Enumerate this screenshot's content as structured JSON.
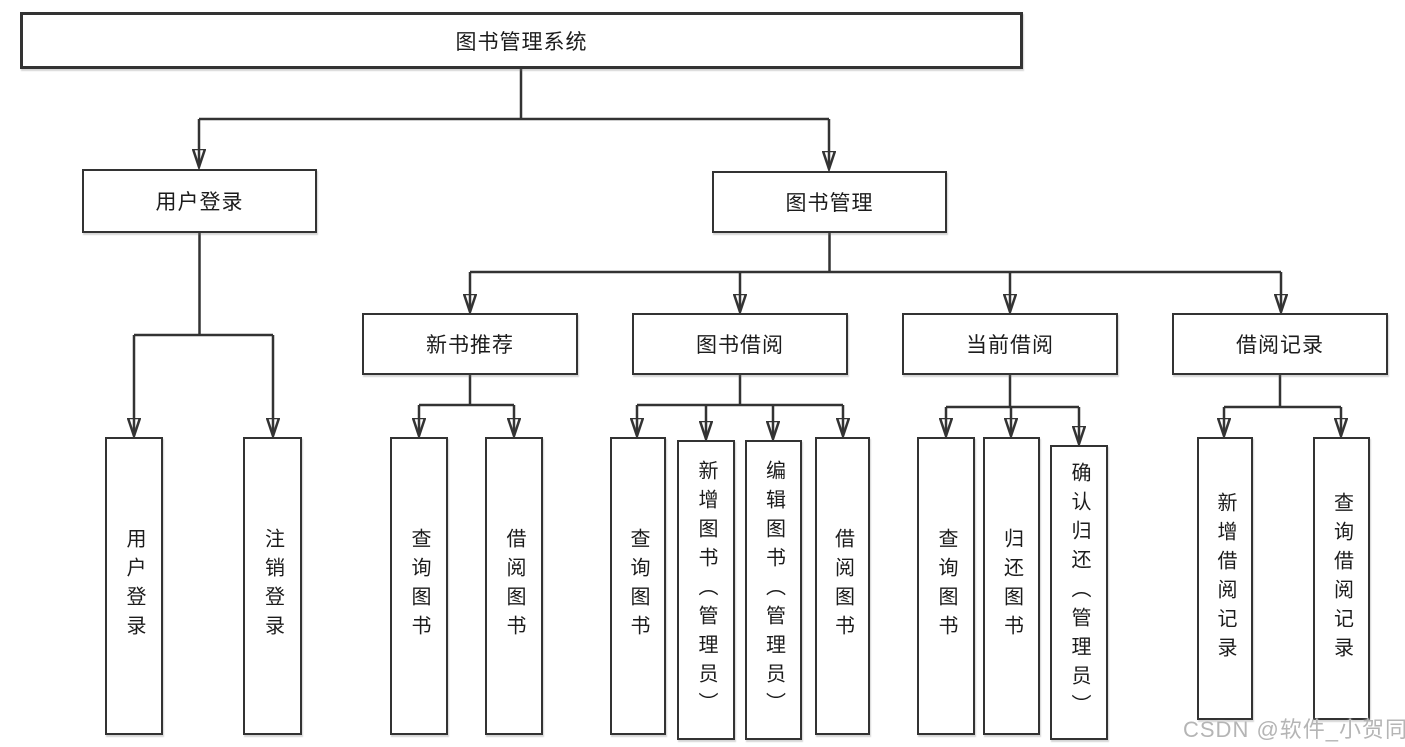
{
  "tree": {
    "root": {
      "label": "图书管理系统"
    },
    "level2": [
      {
        "label": "用户登录"
      },
      {
        "label": "图书管理"
      }
    ],
    "level3": [
      {
        "label": "新书推荐"
      },
      {
        "label": "图书借阅"
      },
      {
        "label": "当前借阅"
      },
      {
        "label": "借阅记录"
      }
    ],
    "leaves": {
      "userLogin": [
        {
          "label": "用户登录"
        },
        {
          "label": "注销登录"
        }
      ],
      "newBooks": [
        {
          "label": "查询图书"
        },
        {
          "label": "借阅图书"
        }
      ],
      "borrow": [
        {
          "label": "查询图书"
        },
        {
          "label": "新增图书（管理员）"
        },
        {
          "label": "编辑图书（管理员）"
        },
        {
          "label": "借阅图书"
        }
      ],
      "current": [
        {
          "label": "查询图书"
        },
        {
          "label": "归还图书"
        },
        {
          "label": "确认归还（管理员）"
        }
      ],
      "records": [
        {
          "label": "新增借阅记录"
        },
        {
          "label": "查询借阅记录"
        }
      ]
    }
  },
  "watermark": {
    "text": "CSDN @软件_小贺同学"
  },
  "colors": {
    "line": "#333333",
    "text": "#1c1c1c",
    "background": "#ffffff",
    "watermark": "#b5b5b5"
  }
}
